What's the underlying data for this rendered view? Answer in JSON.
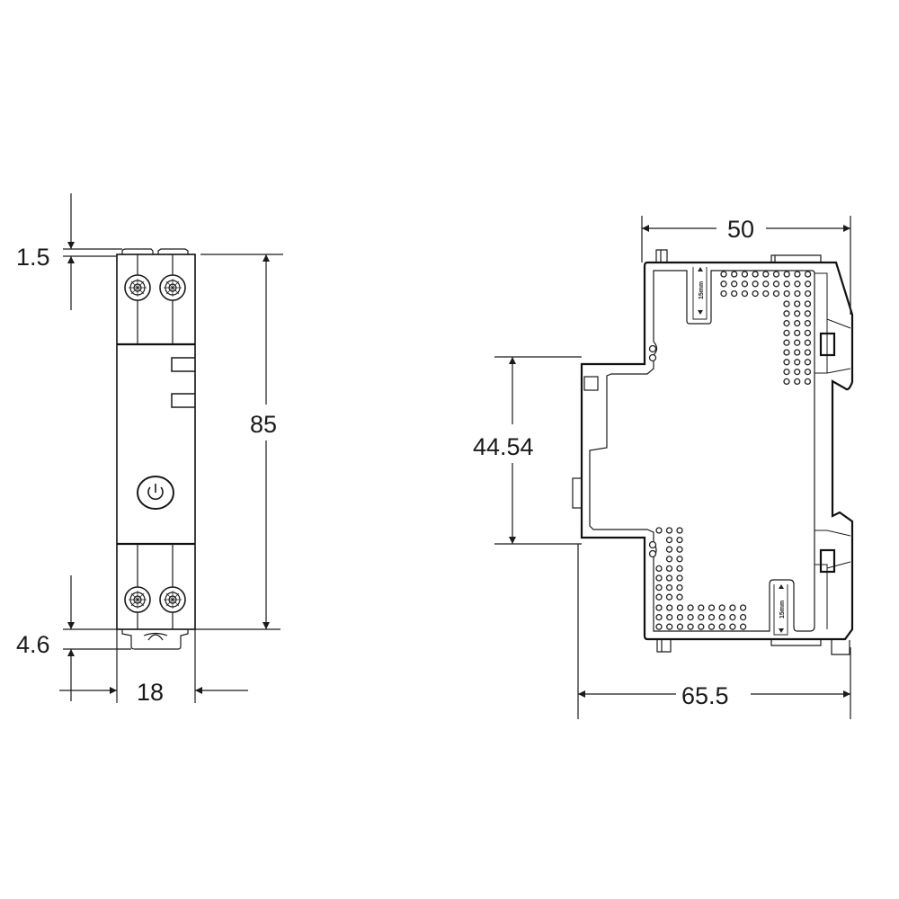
{
  "front_view": {
    "dimensions": {
      "top_offset": "1.5",
      "height": "85",
      "bottom_offset": "4.6",
      "width": "18"
    },
    "power_button_icon": "power-icon"
  },
  "side_view": {
    "dimensions": {
      "depth_top": "50",
      "rail_height": "44.54",
      "depth_total": "65.5"
    },
    "labels": {
      "clearance_top": "15mm",
      "clearance_bottom": "15mm"
    }
  },
  "colors": {
    "line": "#1a1a1a",
    "background": "#ffffff"
  }
}
